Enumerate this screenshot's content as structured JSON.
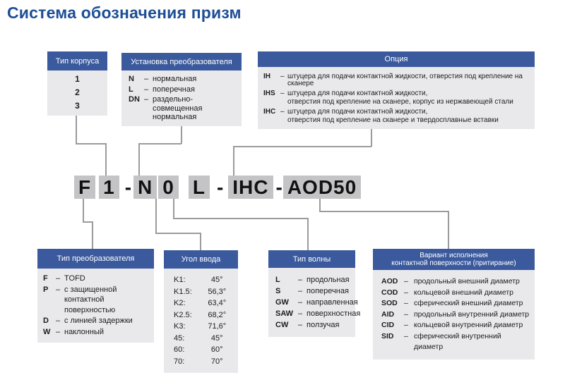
{
  "title": "Система обозначения призм",
  "glyphs": {
    "dash": "–"
  },
  "colors": {
    "title": "#1d4e94",
    "header_bg": "#3b5a9d",
    "header_text": "#ffffff",
    "body_bg": "#e9e9ec",
    "code_bg": "#c4c4c6",
    "line": "#9b9b9d"
  },
  "code": {
    "segments": [
      {
        "text": "F",
        "boxed": true
      },
      {
        "text": "1",
        "boxed": true
      },
      {
        "text": "-",
        "boxed": false
      },
      {
        "text": "N",
        "boxed": true
      },
      {
        "text": "0",
        "boxed": true
      },
      {
        "text": "L",
        "boxed": true
      },
      {
        "text": "-",
        "boxed": false
      },
      {
        "text": "IHC",
        "boxed": true
      },
      {
        "text": "-",
        "boxed": false
      },
      {
        "text": "AOD50",
        "boxed": true
      }
    ]
  },
  "boxes": {
    "body_type": {
      "title": "Тип корпуса",
      "items": [
        "1",
        "2",
        "3"
      ]
    },
    "install": {
      "title": "Установка преобразователя",
      "items": [
        {
          "code": "N",
          "desc": [
            "нормальная"
          ]
        },
        {
          "code": "L",
          "desc": [
            "поперечная"
          ]
        },
        {
          "code": "DN",
          "desc": [
            "раздельно-совмещенная",
            "нормальная"
          ]
        }
      ]
    },
    "option": {
      "title": "Опция",
      "items": [
        {
          "code": "IH",
          "desc": [
            "штуцера для подачи контактной жидкости, отверстия под крепление на сканере"
          ]
        },
        {
          "code": "IHS",
          "desc": [
            "штуцера для подачи контактной жидкости,",
            "отверстия под крепление на сканере, корпус из нержавеющей стали"
          ]
        },
        {
          "code": "IHC",
          "desc": [
            "штуцера для подачи контактной жидкости,",
            "отверстия под крепление на сканере и твердосплавные вставки"
          ]
        }
      ]
    },
    "transducer": {
      "title": "Тип преобразователя",
      "items": [
        {
          "code": "F",
          "desc": [
            "TOFD"
          ]
        },
        {
          "code": "P",
          "desc": [
            "с защищенной контактной",
            "поверхностью"
          ]
        },
        {
          "code": "D",
          "desc": [
            "с линией задержки"
          ]
        },
        {
          "code": "W",
          "desc": [
            "наклонный"
          ]
        }
      ]
    },
    "angle": {
      "title": "Угол ввода",
      "items": [
        {
          "label": "K1:",
          "value": "45°"
        },
        {
          "label": "K1.5:",
          "value": "56,3°"
        },
        {
          "label": "K2:",
          "value": "63,4°"
        },
        {
          "label": "K2.5:",
          "value": "68,2°"
        },
        {
          "label": "K3:",
          "value": "71,6°"
        },
        {
          "label": "45:",
          "value": "45°"
        },
        {
          "label": "60:",
          "value": "60°"
        },
        {
          "label": "70:",
          "value": "70°"
        }
      ]
    },
    "wave": {
      "title": "Тип волны",
      "items": [
        {
          "code": "L",
          "desc": [
            "продольная"
          ]
        },
        {
          "code": "S",
          "desc": [
            "поперечная"
          ]
        },
        {
          "code": "GW",
          "desc": [
            "направленная"
          ]
        },
        {
          "code": "SAW",
          "desc": [
            "поверхностная"
          ]
        },
        {
          "code": "CW",
          "desc": [
            "ползучая"
          ]
        }
      ]
    },
    "contact": {
      "title_lines": [
        "Вариант исполнения",
        "контактной поверхности (притирание)"
      ],
      "items": [
        {
          "code": "AOD",
          "desc": [
            "продольный внешний диаметр"
          ]
        },
        {
          "code": "COD",
          "desc": [
            "кольцевой внешний диаметр"
          ]
        },
        {
          "code": "SOD",
          "desc": [
            "сферический внешний диаметр"
          ]
        },
        {
          "code": "AID",
          "desc": [
            "продольный внутренний диаметр"
          ]
        },
        {
          "code": "CID",
          "desc": [
            "кольцевой внутренний диаметр"
          ]
        },
        {
          "code": "SID",
          "desc": [
            "сферический внутренний диаметр"
          ]
        }
      ]
    }
  }
}
